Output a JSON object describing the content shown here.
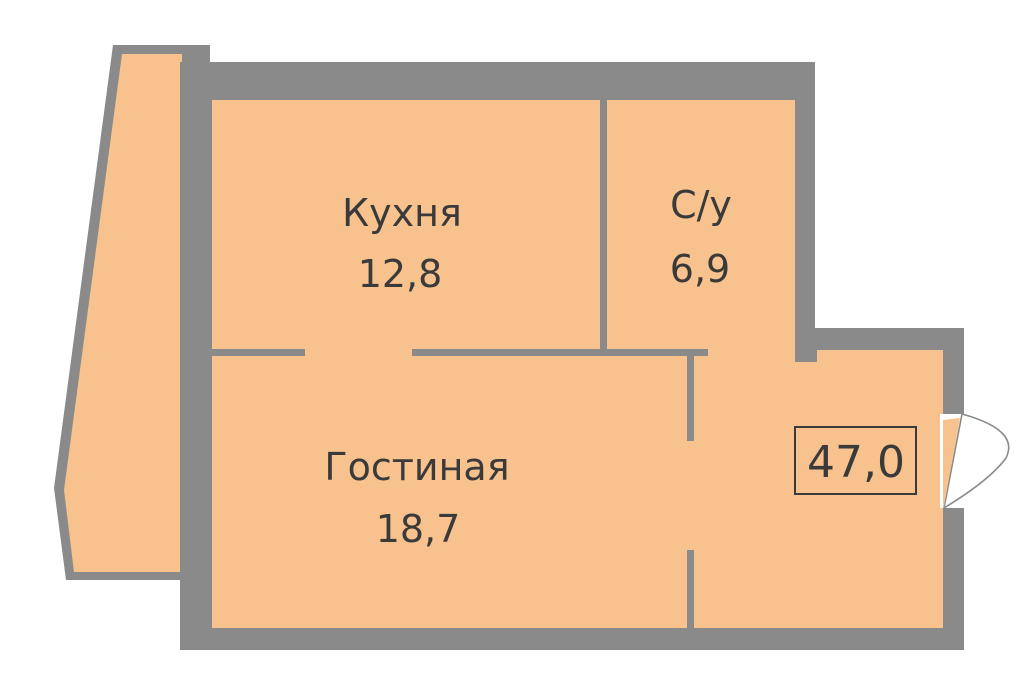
{
  "colors": {
    "wall": "#8a8a8a",
    "floor": "#f8c28e",
    "text": "#3a3a3a"
  },
  "rooms": {
    "kitchen": {
      "name": "Кухня",
      "area": "12,8"
    },
    "bathroom": {
      "name": "С/у",
      "area": "6,9"
    },
    "living": {
      "name": "Гостиная",
      "area": "18,7"
    }
  },
  "total_area": "47,0"
}
